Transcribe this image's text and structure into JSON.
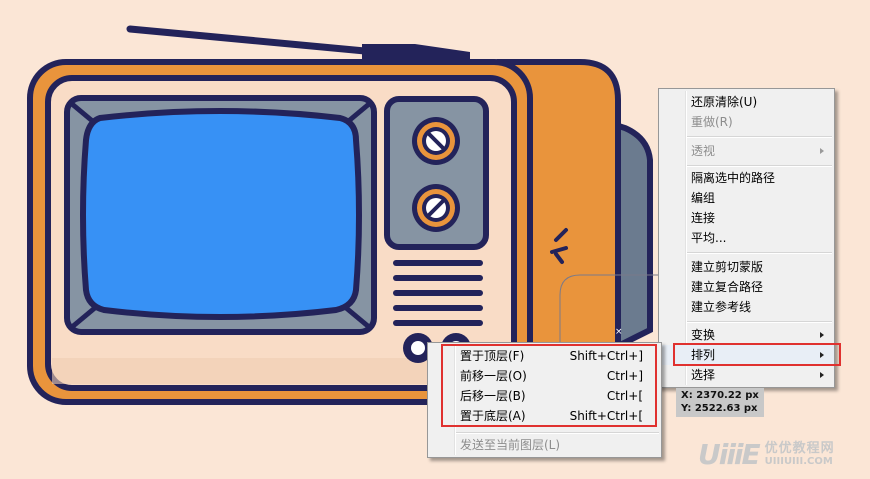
{
  "canvas": {
    "background_color": "#fbe6d6",
    "illustration": "retro-television",
    "colors": {
      "outline": "#23235a",
      "body_orange": "#e9943c",
      "cream": "#f9dcc6",
      "screen_blue": "#3791f5",
      "bezel_gray": "#8694a3",
      "knob_white": "#ffffff"
    }
  },
  "context_menu": {
    "items": [
      {
        "label": "还原清除(U)",
        "disabled": false,
        "submenu": false
      },
      {
        "label": "重做(R)",
        "disabled": true,
        "submenu": false
      },
      {
        "label": "透视",
        "disabled": true,
        "submenu": true
      },
      {
        "label": "隔离选中的路径",
        "disabled": false,
        "submenu": false
      },
      {
        "label": "编组",
        "disabled": false,
        "submenu": false
      },
      {
        "label": "连接",
        "disabled": false,
        "submenu": false
      },
      {
        "label": "平均...",
        "disabled": false,
        "submenu": false
      },
      {
        "label": "建立剪切蒙版",
        "disabled": false,
        "submenu": false
      },
      {
        "label": "建立复合路径",
        "disabled": false,
        "submenu": false
      },
      {
        "label": "建立参考线",
        "disabled": false,
        "submenu": false
      },
      {
        "label": "变换",
        "disabled": false,
        "submenu": true
      },
      {
        "label": "排列",
        "disabled": false,
        "submenu": true,
        "highlighted": true
      },
      {
        "label": "选择",
        "disabled": false,
        "submenu": true
      }
    ]
  },
  "arrange_submenu": {
    "items": [
      {
        "label": "置于顶层(F)",
        "shortcut": "Shift+Ctrl+]",
        "disabled": false
      },
      {
        "label": "前移一层(O)",
        "shortcut": "Ctrl+]",
        "disabled": false
      },
      {
        "label": "后移一层(B)",
        "shortcut": "Ctrl+[",
        "disabled": false
      },
      {
        "label": "置于底层(A)",
        "shortcut": "Shift+Ctrl+[",
        "disabled": false
      },
      {
        "label": "发送至当前图层(L)",
        "shortcut": "",
        "disabled": true
      }
    ]
  },
  "annotation": {
    "highlight_color": "#e0312f"
  },
  "cursor_coords": {
    "x": "X: 2370.22 px",
    "y": "Y: 2522.63 px"
  },
  "watermark": {
    "logo": "UiiiE",
    "cn": "优优教程网",
    "en": "UIIIUIII.COM"
  }
}
